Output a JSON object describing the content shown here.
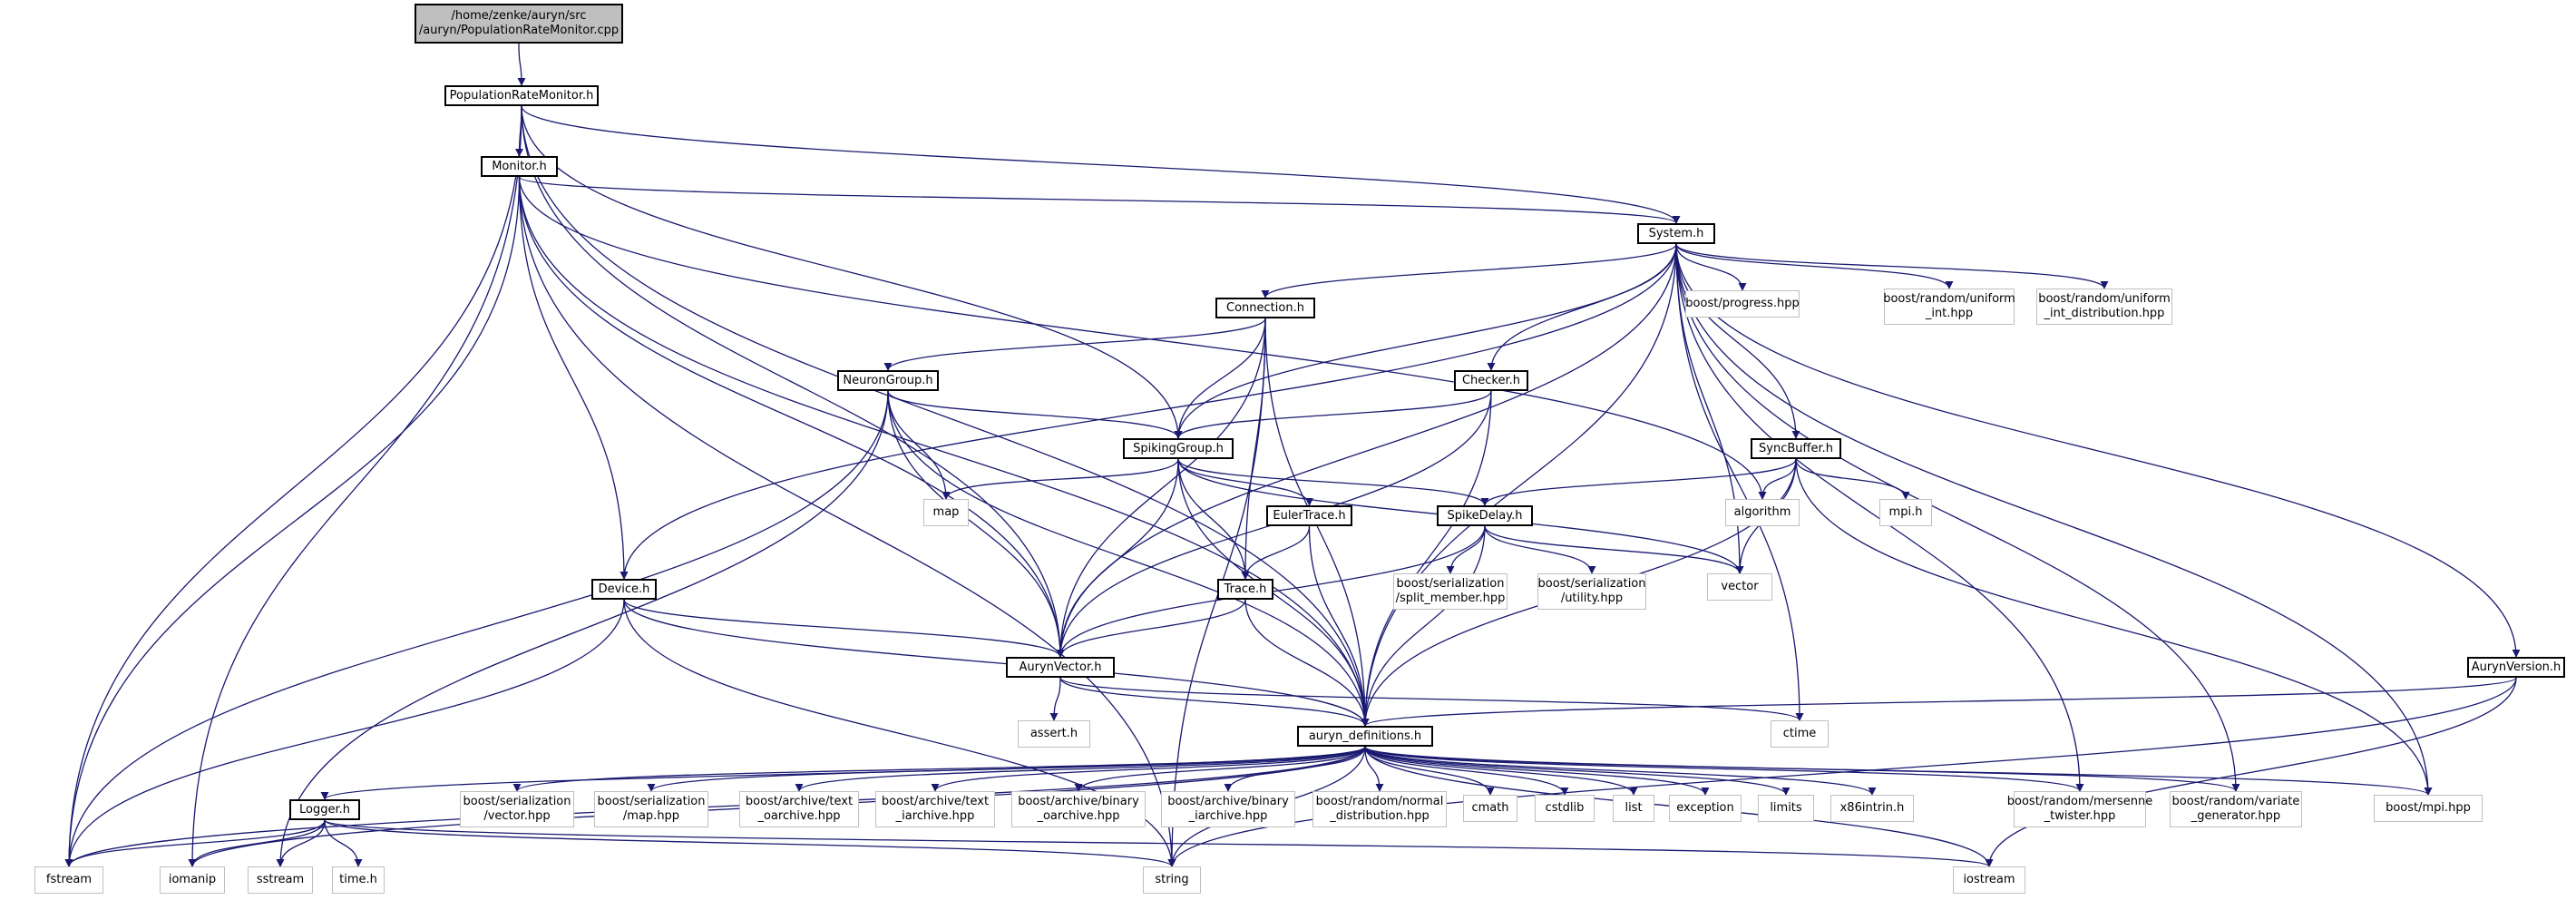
{
  "nodes": [
    {
      "id": "root",
      "lines": [
        "/home/zenke/auryn/src",
        "/auryn/PopulationRateMonitor.cpp"
      ],
      "kind": "root"
    },
    {
      "id": "prm",
      "lines": [
        "PopulationRateMonitor.h"
      ],
      "kind": "dep"
    },
    {
      "id": "monitor",
      "lines": [
        "Monitor.h"
      ],
      "kind": "dep"
    },
    {
      "id": "system",
      "lines": [
        "System.h"
      ],
      "kind": "dep"
    },
    {
      "id": "connection",
      "lines": [
        "Connection.h"
      ],
      "kind": "dep"
    },
    {
      "id": "neurongroup",
      "lines": [
        "NeuronGroup.h"
      ],
      "kind": "dep"
    },
    {
      "id": "checker",
      "lines": [
        "Checker.h"
      ],
      "kind": "dep"
    },
    {
      "id": "spikinggroup",
      "lines": [
        "SpikingGroup.h"
      ],
      "kind": "dep"
    },
    {
      "id": "syncbuffer",
      "lines": [
        "SyncBuffer.h"
      ],
      "kind": "dep"
    },
    {
      "id": "eulertrace",
      "lines": [
        "EulerTrace.h"
      ],
      "kind": "dep"
    },
    {
      "id": "spikedelay",
      "lines": [
        "SpikeDelay.h"
      ],
      "kind": "dep"
    },
    {
      "id": "trace",
      "lines": [
        "Trace.h"
      ],
      "kind": "dep"
    },
    {
      "id": "device",
      "lines": [
        "Device.h"
      ],
      "kind": "dep"
    },
    {
      "id": "aurynvector",
      "lines": [
        "AurynVector.h"
      ],
      "kind": "dep"
    },
    {
      "id": "aurynversion",
      "lines": [
        "AurynVersion.h"
      ],
      "kind": "dep"
    },
    {
      "id": "defs",
      "lines": [
        "auryn_definitions.h"
      ],
      "kind": "dep"
    },
    {
      "id": "logger",
      "lines": [
        "Logger.h"
      ],
      "kind": "dep"
    },
    {
      "id": "progress",
      "lines": [
        "boost/progress.hpp"
      ],
      "kind": "ext"
    },
    {
      "id": "uniint",
      "lines": [
        "boost/random/uniform",
        "_int.hpp"
      ],
      "kind": "ext"
    },
    {
      "id": "uniintdist",
      "lines": [
        "boost/random/uniform",
        "_int_distribution.hpp"
      ],
      "kind": "ext"
    },
    {
      "id": "map",
      "lines": [
        "map"
      ],
      "kind": "ext"
    },
    {
      "id": "algorithm",
      "lines": [
        "algorithm"
      ],
      "kind": "ext"
    },
    {
      "id": "mpih",
      "lines": [
        "mpi.h"
      ],
      "kind": "ext"
    },
    {
      "id": "splitmember",
      "lines": [
        "boost/serialization",
        "/split_member.hpp"
      ],
      "kind": "ext"
    },
    {
      "id": "utility",
      "lines": [
        "boost/serialization",
        "/utility.hpp"
      ],
      "kind": "ext"
    },
    {
      "id": "vector",
      "lines": [
        "vector"
      ],
      "kind": "ext"
    },
    {
      "id": "asserth",
      "lines": [
        "assert.h"
      ],
      "kind": "ext"
    },
    {
      "id": "ctime",
      "lines": [
        "ctime"
      ],
      "kind": "ext"
    },
    {
      "id": "servector",
      "lines": [
        "boost/serialization",
        "/vector.hpp"
      ],
      "kind": "ext"
    },
    {
      "id": "sermap",
      "lines": [
        "boost/serialization",
        "/map.hpp"
      ],
      "kind": "ext"
    },
    {
      "id": "textoarchive",
      "lines": [
        "boost/archive/text",
        "_oarchive.hpp"
      ],
      "kind": "ext"
    },
    {
      "id": "textiarchive",
      "lines": [
        "boost/archive/text",
        "_iarchive.hpp"
      ],
      "kind": "ext"
    },
    {
      "id": "binoarchive",
      "lines": [
        "boost/archive/binary",
        "_oarchive.hpp"
      ],
      "kind": "ext"
    },
    {
      "id": "biniarchive",
      "lines": [
        "boost/archive/binary",
        "_iarchive.hpp"
      ],
      "kind": "ext"
    },
    {
      "id": "normaldist",
      "lines": [
        "boost/random/normal",
        "_distribution.hpp"
      ],
      "kind": "ext"
    },
    {
      "id": "cmath",
      "lines": [
        "cmath"
      ],
      "kind": "ext"
    },
    {
      "id": "cstdlib",
      "lines": [
        "cstdlib"
      ],
      "kind": "ext"
    },
    {
      "id": "list",
      "lines": [
        "list"
      ],
      "kind": "ext"
    },
    {
      "id": "exception",
      "lines": [
        "exception"
      ],
      "kind": "ext"
    },
    {
      "id": "limits",
      "lines": [
        "limits"
      ],
      "kind": "ext"
    },
    {
      "id": "x86intrin",
      "lines": [
        "x86intrin.h"
      ],
      "kind": "ext"
    },
    {
      "id": "mersenne",
      "lines": [
        "boost/random/mersenne",
        "_twister.hpp"
      ],
      "kind": "ext"
    },
    {
      "id": "variategen",
      "lines": [
        "boost/random/variate",
        "_generator.hpp"
      ],
      "kind": "ext"
    },
    {
      "id": "boostmpi",
      "lines": [
        "boost/mpi.hpp"
      ],
      "kind": "ext"
    },
    {
      "id": "fstream",
      "lines": [
        "fstream"
      ],
      "kind": "ext"
    },
    {
      "id": "iomanip",
      "lines": [
        "iomanip"
      ],
      "kind": "ext"
    },
    {
      "id": "sstream",
      "lines": [
        "sstream"
      ],
      "kind": "ext"
    },
    {
      "id": "timeh",
      "lines": [
        "time.h"
      ],
      "kind": "ext"
    },
    {
      "id": "string",
      "lines": [
        "string"
      ],
      "kind": "ext"
    },
    {
      "id": "iostream",
      "lines": [
        "iostream"
      ],
      "kind": "ext"
    }
  ],
  "edges": [
    [
      "root",
      "prm"
    ],
    [
      "prm",
      "monitor"
    ],
    [
      "prm",
      "system"
    ],
    [
      "prm",
      "spikinggroup"
    ],
    [
      "prm",
      "aurynvector"
    ],
    [
      "prm",
      "defs"
    ],
    [
      "prm",
      "fstream"
    ],
    [
      "prm",
      "iomanip"
    ],
    [
      "monitor",
      "system"
    ],
    [
      "monitor",
      "device"
    ],
    [
      "monitor",
      "aurynvector"
    ],
    [
      "monitor",
      "defs"
    ],
    [
      "monitor",
      "algorithm"
    ],
    [
      "monitor",
      "fstream"
    ],
    [
      "monitor",
      "string"
    ],
    [
      "system",
      "connection"
    ],
    [
      "system",
      "checker"
    ],
    [
      "system",
      "spikinggroup"
    ],
    [
      "system",
      "syncbuffer"
    ],
    [
      "system",
      "device"
    ],
    [
      "system",
      "aurynvector"
    ],
    [
      "system",
      "aurynversion"
    ],
    [
      "system",
      "defs"
    ],
    [
      "system",
      "progress"
    ],
    [
      "system",
      "uniint"
    ],
    [
      "system",
      "uniintdist"
    ],
    [
      "system",
      "vector"
    ],
    [
      "system",
      "ctime"
    ],
    [
      "system",
      "mersenne"
    ],
    [
      "system",
      "variategen"
    ],
    [
      "system",
      "boostmpi"
    ],
    [
      "connection",
      "neurongroup"
    ],
    [
      "connection",
      "spikinggroup"
    ],
    [
      "connection",
      "trace"
    ],
    [
      "connection",
      "aurynvector"
    ],
    [
      "connection",
      "defs"
    ],
    [
      "connection",
      "string"
    ],
    [
      "neurongroup",
      "spikinggroup"
    ],
    [
      "neurongroup",
      "aurynvector"
    ],
    [
      "neurongroup",
      "defs"
    ],
    [
      "neurongroup",
      "map"
    ],
    [
      "neurongroup",
      "fstream"
    ],
    [
      "neurongroup",
      "sstream"
    ],
    [
      "checker",
      "spikinggroup"
    ],
    [
      "checker",
      "aurynvector"
    ],
    [
      "checker",
      "defs"
    ],
    [
      "spikinggroup",
      "eulertrace"
    ],
    [
      "spikinggroup",
      "spikedelay"
    ],
    [
      "spikinggroup",
      "trace"
    ],
    [
      "spikinggroup",
      "aurynvector"
    ],
    [
      "spikinggroup",
      "defs"
    ],
    [
      "spikinggroup",
      "map"
    ],
    [
      "spikinggroup",
      "vector"
    ],
    [
      "syncbuffer",
      "spikedelay"
    ],
    [
      "syncbuffer",
      "algorithm"
    ],
    [
      "syncbuffer",
      "mpih"
    ],
    [
      "syncbuffer",
      "vector"
    ],
    [
      "syncbuffer",
      "defs"
    ],
    [
      "syncbuffer",
      "boostmpi"
    ],
    [
      "eulertrace",
      "trace"
    ],
    [
      "eulertrace",
      "defs"
    ],
    [
      "spikedelay",
      "splitmember"
    ],
    [
      "spikedelay",
      "utility"
    ],
    [
      "spikedelay",
      "vector"
    ],
    [
      "spikedelay",
      "aurynvector"
    ],
    [
      "spikedelay",
      "defs"
    ],
    [
      "trace",
      "aurynvector"
    ],
    [
      "trace",
      "defs"
    ],
    [
      "device",
      "aurynvector"
    ],
    [
      "device",
      "defs"
    ],
    [
      "device",
      "fstream"
    ],
    [
      "device",
      "string"
    ],
    [
      "aurynvector",
      "asserth"
    ],
    [
      "aurynvector",
      "defs"
    ],
    [
      "aurynvector",
      "ctime"
    ],
    [
      "aurynversion",
      "defs"
    ],
    [
      "aurynversion",
      "string"
    ],
    [
      "aurynversion",
      "iostream"
    ],
    [
      "defs",
      "logger"
    ],
    [
      "defs",
      "servector"
    ],
    [
      "defs",
      "sermap"
    ],
    [
      "defs",
      "textoarchive"
    ],
    [
      "defs",
      "textiarchive"
    ],
    [
      "defs",
      "binoarchive"
    ],
    [
      "defs",
      "biniarchive"
    ],
    [
      "defs",
      "normaldist"
    ],
    [
      "defs",
      "cmath"
    ],
    [
      "defs",
      "cstdlib"
    ],
    [
      "defs",
      "list"
    ],
    [
      "defs",
      "exception"
    ],
    [
      "defs",
      "limits"
    ],
    [
      "defs",
      "x86intrin"
    ],
    [
      "defs",
      "mersenne"
    ],
    [
      "defs",
      "variategen"
    ],
    [
      "defs",
      "boostmpi"
    ],
    [
      "defs",
      "fstream"
    ],
    [
      "defs",
      "iomanip"
    ],
    [
      "defs",
      "string"
    ],
    [
      "defs",
      "iostream"
    ],
    [
      "logger",
      "fstream"
    ],
    [
      "logger",
      "iomanip"
    ],
    [
      "logger",
      "sstream"
    ],
    [
      "logger",
      "timeh"
    ],
    [
      "logger",
      "string"
    ],
    [
      "logger",
      "iostream"
    ]
  ],
  "colors": {
    "edge": "#191970",
    "external_border": "#bfbfbf",
    "root_fill": "#bfbfbf"
  }
}
